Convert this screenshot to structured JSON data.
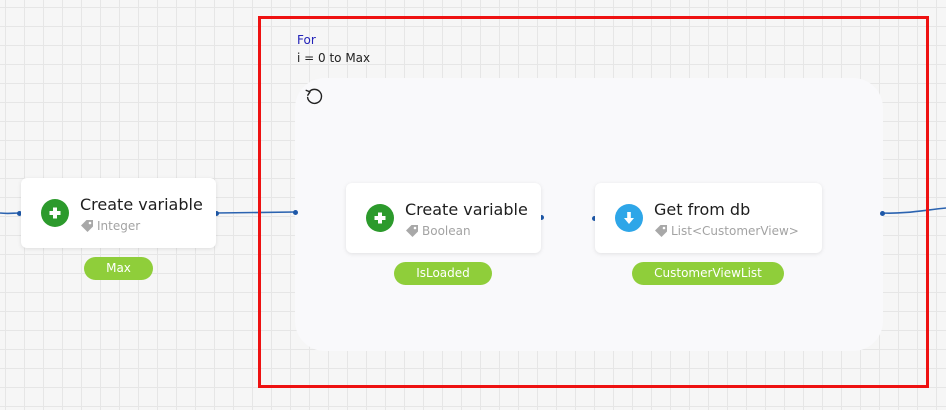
{
  "colors": {
    "connector": "#2b63b0",
    "selection": "#ee1111",
    "pill": "#8fce3a",
    "create_icon": "#2c9a2c",
    "db_icon": "#2ea6e8",
    "loop_kind": "#2323b8"
  },
  "loop": {
    "kind": "For",
    "expression": "i = 0 to Max",
    "icon": "loop-icon"
  },
  "nodes": {
    "create_max": {
      "title": "Create variable",
      "type": "Integer",
      "output": "Max",
      "icon": "plus-icon"
    },
    "create_isloaded": {
      "title": "Create variable",
      "type": "Boolean",
      "output": "IsLoaded",
      "icon": "plus-icon"
    },
    "get_from_db": {
      "title": "Get from db",
      "type": "List<CustomerView>",
      "output": "CustomerViewList",
      "icon": "arrow-down-icon"
    }
  }
}
